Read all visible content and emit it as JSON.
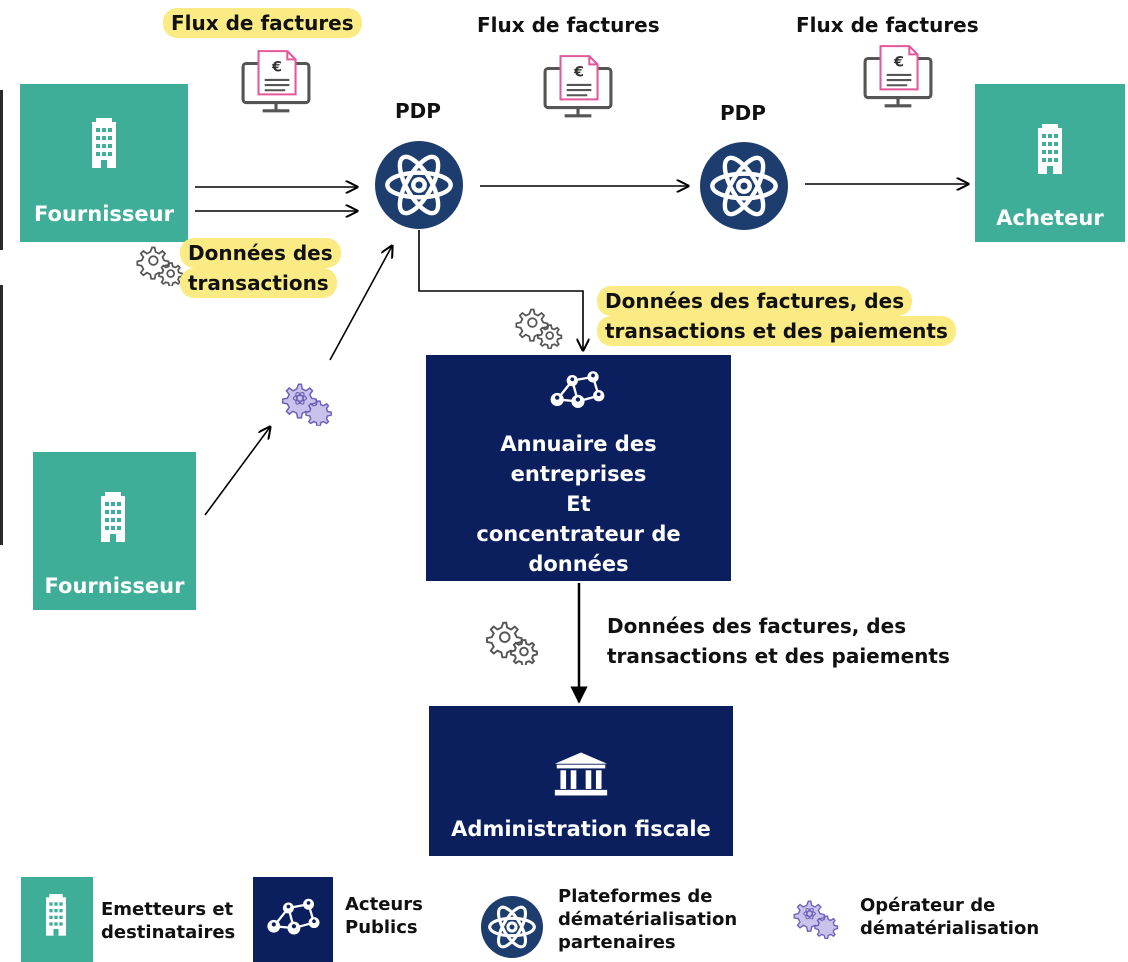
{
  "diagram": {
    "flux_labels": [
      "Flux de factures",
      "Flux de factures",
      "Flux de factures"
    ],
    "pdp_labels": [
      "PDP",
      "PDP"
    ],
    "supplier_top": "Fournisseur",
    "supplier_bottom": "Fournisseur",
    "buyer": "Acheteur",
    "donnees_transactions": [
      "Données des",
      "transactions"
    ],
    "donnees_factures_top": [
      "Données des factures, des",
      "transactions et des paiements"
    ],
    "donnees_factures_bottom": [
      "Données des factures, des",
      "transactions et des paiements"
    ],
    "annuaire": [
      "Annuaire des",
      "entreprises",
      "Et",
      "concentrateur de",
      "données"
    ],
    "administration": "Administration fiscale"
  },
  "legend": {
    "emetteurs": [
      "Emetteurs et",
      "destinataires"
    ],
    "acteurs": [
      "Acteurs",
      "Publics"
    ],
    "plateformes": [
      "Plateformes de",
      "dématérialisation",
      "partenaires"
    ],
    "operateur": [
      "Opérateur de",
      "dématérialisation"
    ]
  },
  "colors": {
    "teal": "#3fae98",
    "navy": "#0b1f5e",
    "pdp": "#1d3d6e",
    "highlight": "#fbeb85",
    "invoice_pink": "#e2589b"
  },
  "icons": [
    "building-icon",
    "atom-icon",
    "network-icon",
    "gear-icon",
    "invoice-computer-icon",
    "bank-icon"
  ]
}
